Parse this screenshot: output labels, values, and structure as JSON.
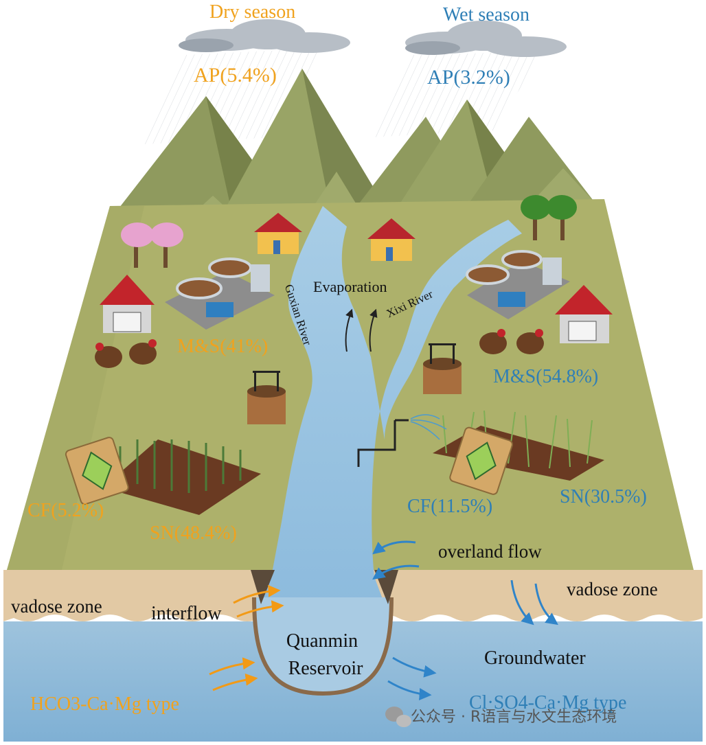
{
  "header": {
    "dry_season": "Dry season",
    "wet_season": "Wet season"
  },
  "dry": {
    "ap": "AP(5.4%)",
    "ms": "M&S(41%)",
    "cf": "CF(5.2%)",
    "sn": "SN(48.4%)",
    "water_type": "HCO3-Ca·Mg type"
  },
  "wet": {
    "ap": "AP(3.2%)",
    "ms": "M&S(54.8%)",
    "cf": "CF(11.5%)",
    "sn": "SN(30.5%)",
    "water_type": "Cl·SO4-Ca·Mg type"
  },
  "labels": {
    "evaporation": "Evaporation",
    "guxian_river": "Guxian River",
    "xixi_river": "Xixi River",
    "overland_flow": "overland flow",
    "vadose_zone_left": "vadose zone",
    "vadose_zone_right": "vadose zone",
    "interflow": "interflow",
    "reservoir_line1": "Quanmin",
    "reservoir_line2": "Reservoir",
    "groundwater": "Groundwater"
  },
  "colors": {
    "dry": "#f0a21e",
    "wet": "#2f7fb6",
    "land": "#adb16b",
    "groundwater": "#8fbad9",
    "vadose": "#e2c9a4"
  },
  "watermark": {
    "text": "公众号 · R语言与水文生态环境"
  }
}
